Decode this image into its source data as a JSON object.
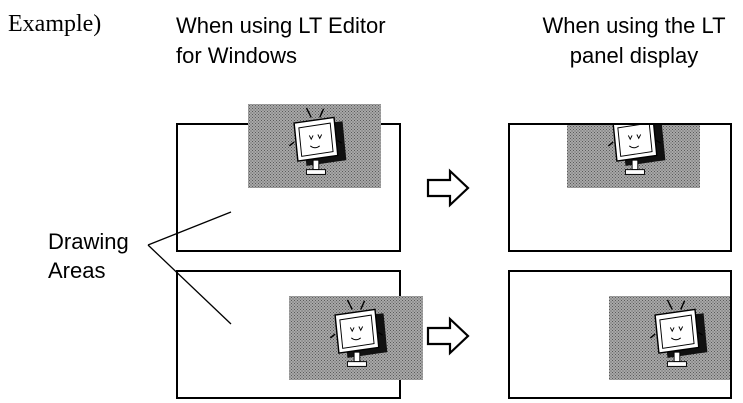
{
  "intro_label": "Example)",
  "headers": {
    "editor_line1": "When using LT Editor",
    "editor_line2": "for Windows",
    "panel_line1": "When using the LT",
    "panel_line2": "panel display"
  },
  "callout": {
    "line1": "Drawing",
    "line2": "Areas"
  },
  "colors": {
    "line": "#000000",
    "background": "#ffffff",
    "image_fill": "#9e9e9e"
  },
  "icons": {
    "arrow": "right-arrow-outline-icon",
    "image": "monitor-mascot-image"
  }
}
